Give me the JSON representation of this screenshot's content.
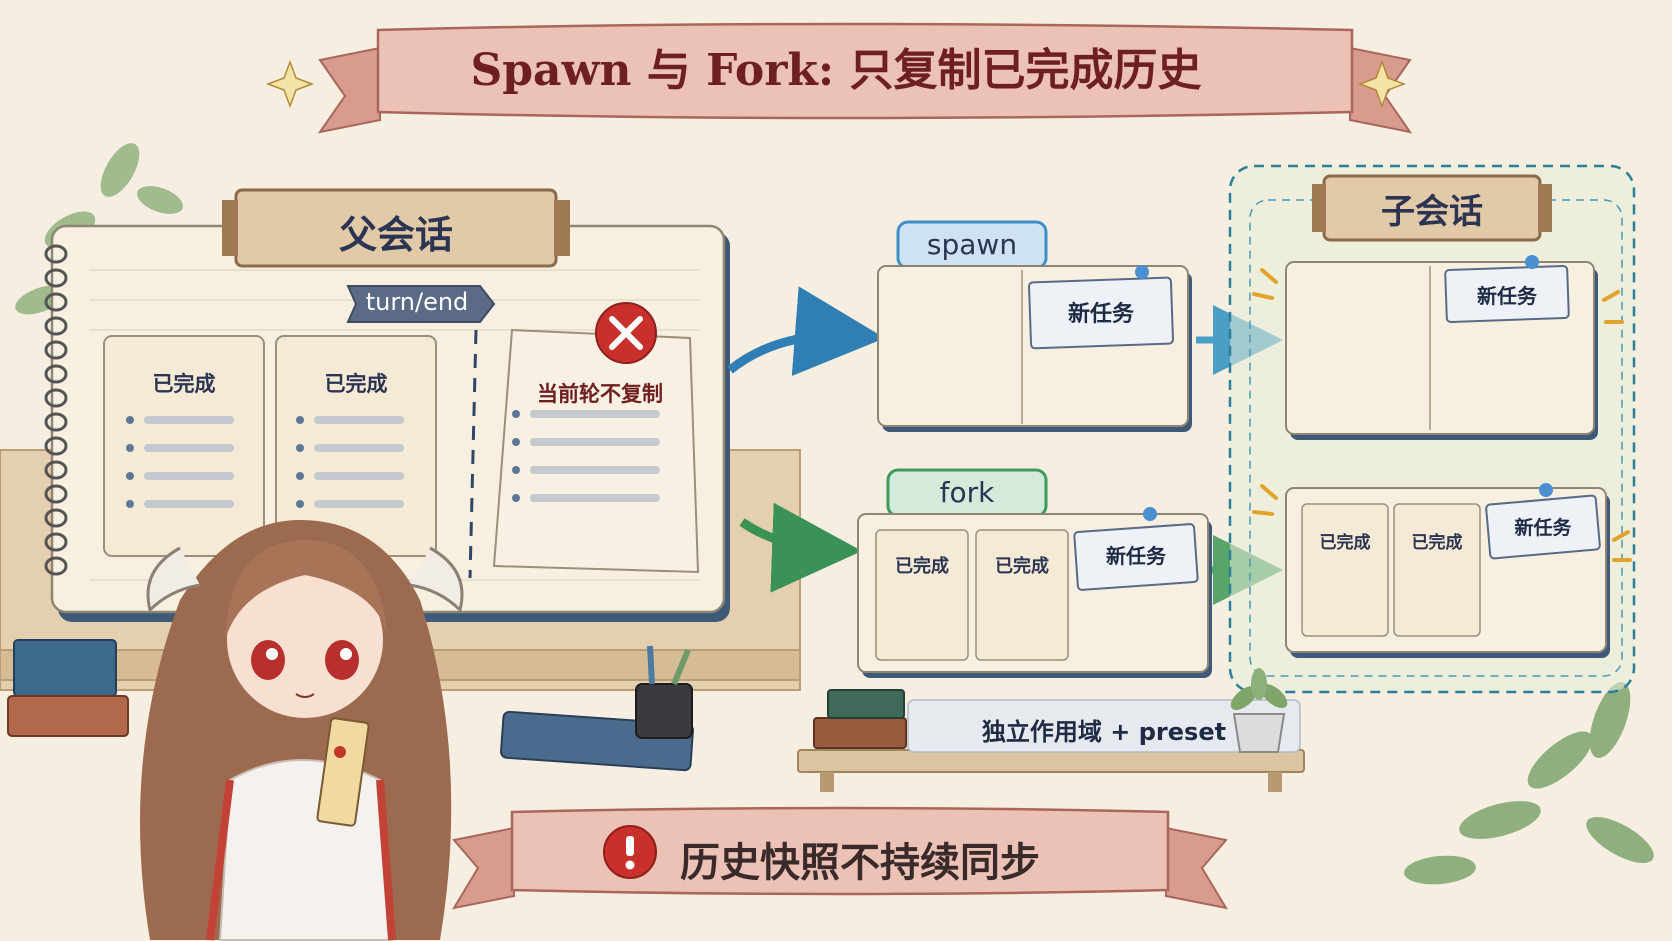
{
  "title": "Spawn 与 Fork: 只复制已完成历史",
  "parent": {
    "label": "父会话",
    "turn_end_tag": "turn/end",
    "completed_cards": [
      "已完成",
      "已完成"
    ],
    "current_turn_card": "当前轮不复制"
  },
  "spawn": {
    "label": "spawn",
    "new_task": "新任务"
  },
  "fork": {
    "label": "fork",
    "completed_cards": [
      "已完成",
      "已完成"
    ],
    "new_task": "新任务"
  },
  "child": {
    "label": "子会话",
    "spawn_result": {
      "new_task": "新任务"
    },
    "fork_result": {
      "completed_cards": [
        "已完成",
        "已完成"
      ],
      "new_task": "新任务"
    }
  },
  "scope_note": "独立作用域 + preset",
  "bottom_banner": {
    "icon": "exclamation-icon",
    "text": "历史快照不持续同步"
  },
  "colors": {
    "banner": "#e9b9ad",
    "title_text": "#6e1f1f",
    "spawn_blue": "#3e8fc8",
    "fork_green": "#3f9a5b",
    "error_red": "#c9302c",
    "dashed_border": "#3d8ea8"
  }
}
